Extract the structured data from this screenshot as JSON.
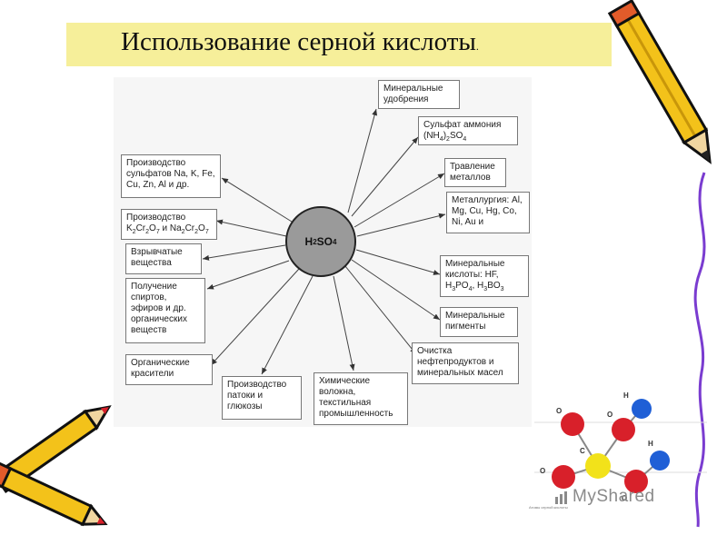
{
  "title": "Использование серной кислоты",
  "title_dot": ".",
  "hub": {
    "formula": "H2SO4",
    "f1": "H",
    "f2": "2",
    "f3": "SO",
    "f4": "4"
  },
  "boxes": {
    "mineral_fertilizers": "Минеральные удобрения",
    "ammonium_sulfate_1": "Сульфат аммония",
    "ammonium_sulfate_2a": "(NH",
    "ammonium_sulfate_2b": "4",
    "ammonium_sulfate_2c": ")",
    "ammonium_sulfate_2d": "2",
    "ammonium_sulfate_2e": "SO",
    "ammonium_sulfate_2f": "4",
    "metal_etching": "Травление металлов",
    "metallurgy": "Металлургия: Al, Mg, Cu, Hg, Co, Ni, Au  и",
    "mineral_acids_1": "Минеральные кислоты: HF,",
    "mineral_acids_2a": "H",
    "mineral_acids_2b": "3",
    "mineral_acids_2c": "PO",
    "mineral_acids_2d": "4",
    "mineral_acids_2e": ", H",
    "mineral_acids_2f": "3",
    "mineral_acids_2g": "BO",
    "mineral_acids_2h": "3",
    "mineral_pigments": "Минеральные пигменты",
    "oil_refining": "Очистка нефтепродуктов и минеральных масел",
    "chemical_fibers": "Химические волокна, текстильная промышленность",
    "molasses_glucose": "Производство патоки и глюкозы",
    "organic_dyes": "Органические красители",
    "alcohols": "Получение спиртов, эфиров и др. органических веществ",
    "explosives": "Взрывчатые вещества",
    "chromates_1": "Производство",
    "chromates_2a": "K",
    "chromates_2b": "2",
    "chromates_2c": "Cr",
    "chromates_2d": "2",
    "chromates_2e": "O",
    "chromates_2f": "7",
    "chromates_2g": " и Na",
    "chromates_2h": "2",
    "chromates_2i": "Cr",
    "chromates_2j": "2",
    "chromates_2k": "O",
    "chromates_2l": "7",
    "sulfates": "Производство сульфатов Na, K, Fe, Cu, Zn, Al и др."
  },
  "molecule": {
    "labels": [
      "O",
      "H",
      "O",
      "C",
      "H",
      "O",
      "O"
    ],
    "caption": "Атомы серной кислоты"
  },
  "watermark": "MyShared",
  "colors": {
    "title_bg": "#f6ef9a",
    "hub_fill": "#9a9a9a",
    "oxygen": "#d8202a",
    "hydrogen": "#1f5fd6",
    "sulfur": "#f2e21a",
    "pencil_yellow": "#f3c21a",
    "squiggle": "#7a3cd0"
  }
}
